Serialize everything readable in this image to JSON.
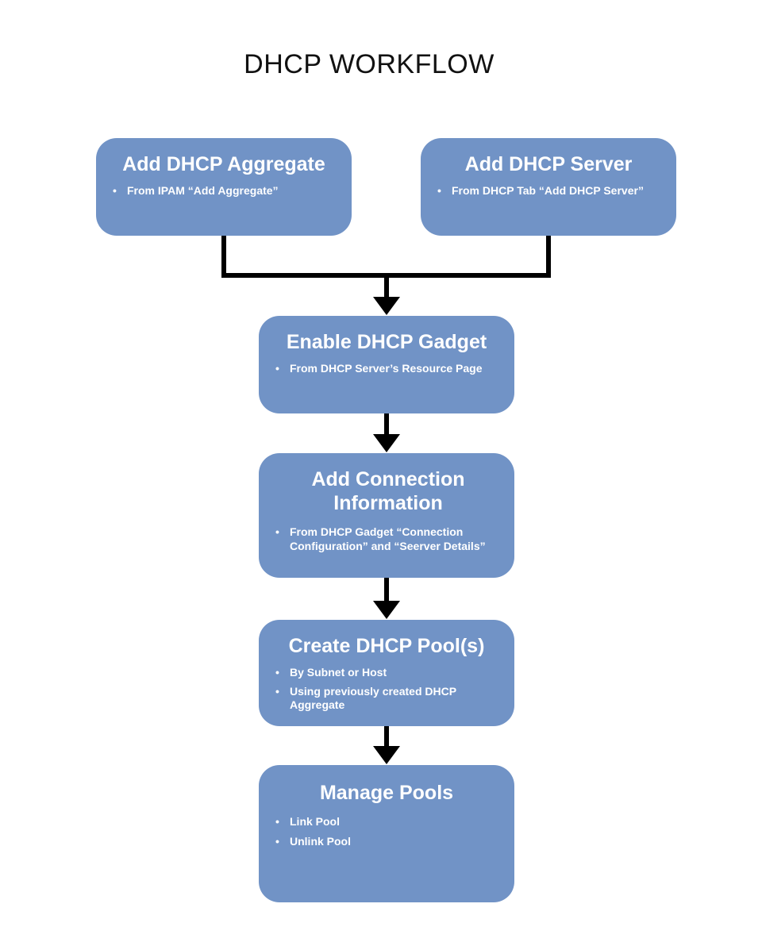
{
  "title": "DHCP WORKFLOW",
  "steps": {
    "aggregate": {
      "title": "Add DHCP Aggregate",
      "bullets": [
        "From  IPAM “Add Aggregate”"
      ]
    },
    "server": {
      "title": "Add DHCP Server",
      "bullets": [
        "From  DHCP Tab “Add DHCP Server”"
      ]
    },
    "gadget": {
      "title": "Enable DHCP Gadget",
      "bullets": [
        "From  DHCP Server’s Resource Page"
      ]
    },
    "connection": {
      "title": "Add Connection Information",
      "bullets": [
        "From  DHCP Gadget “Connection Configuration” and “Seerver Details”"
      ]
    },
    "pool": {
      "title": "Create DHCP Pool(s)",
      "bullets": [
        "By Subnet or Host",
        "Using previously created DHCP Aggregate"
      ]
    },
    "manage": {
      "title": "Manage Pools",
      "bullets": [
        "Link Pool",
        "Unlink Pool"
      ]
    }
  },
  "colors": {
    "box_fill": "#7193c6",
    "box_text": "#ffffff",
    "connector": "#000000",
    "title_text": "#111111"
  }
}
